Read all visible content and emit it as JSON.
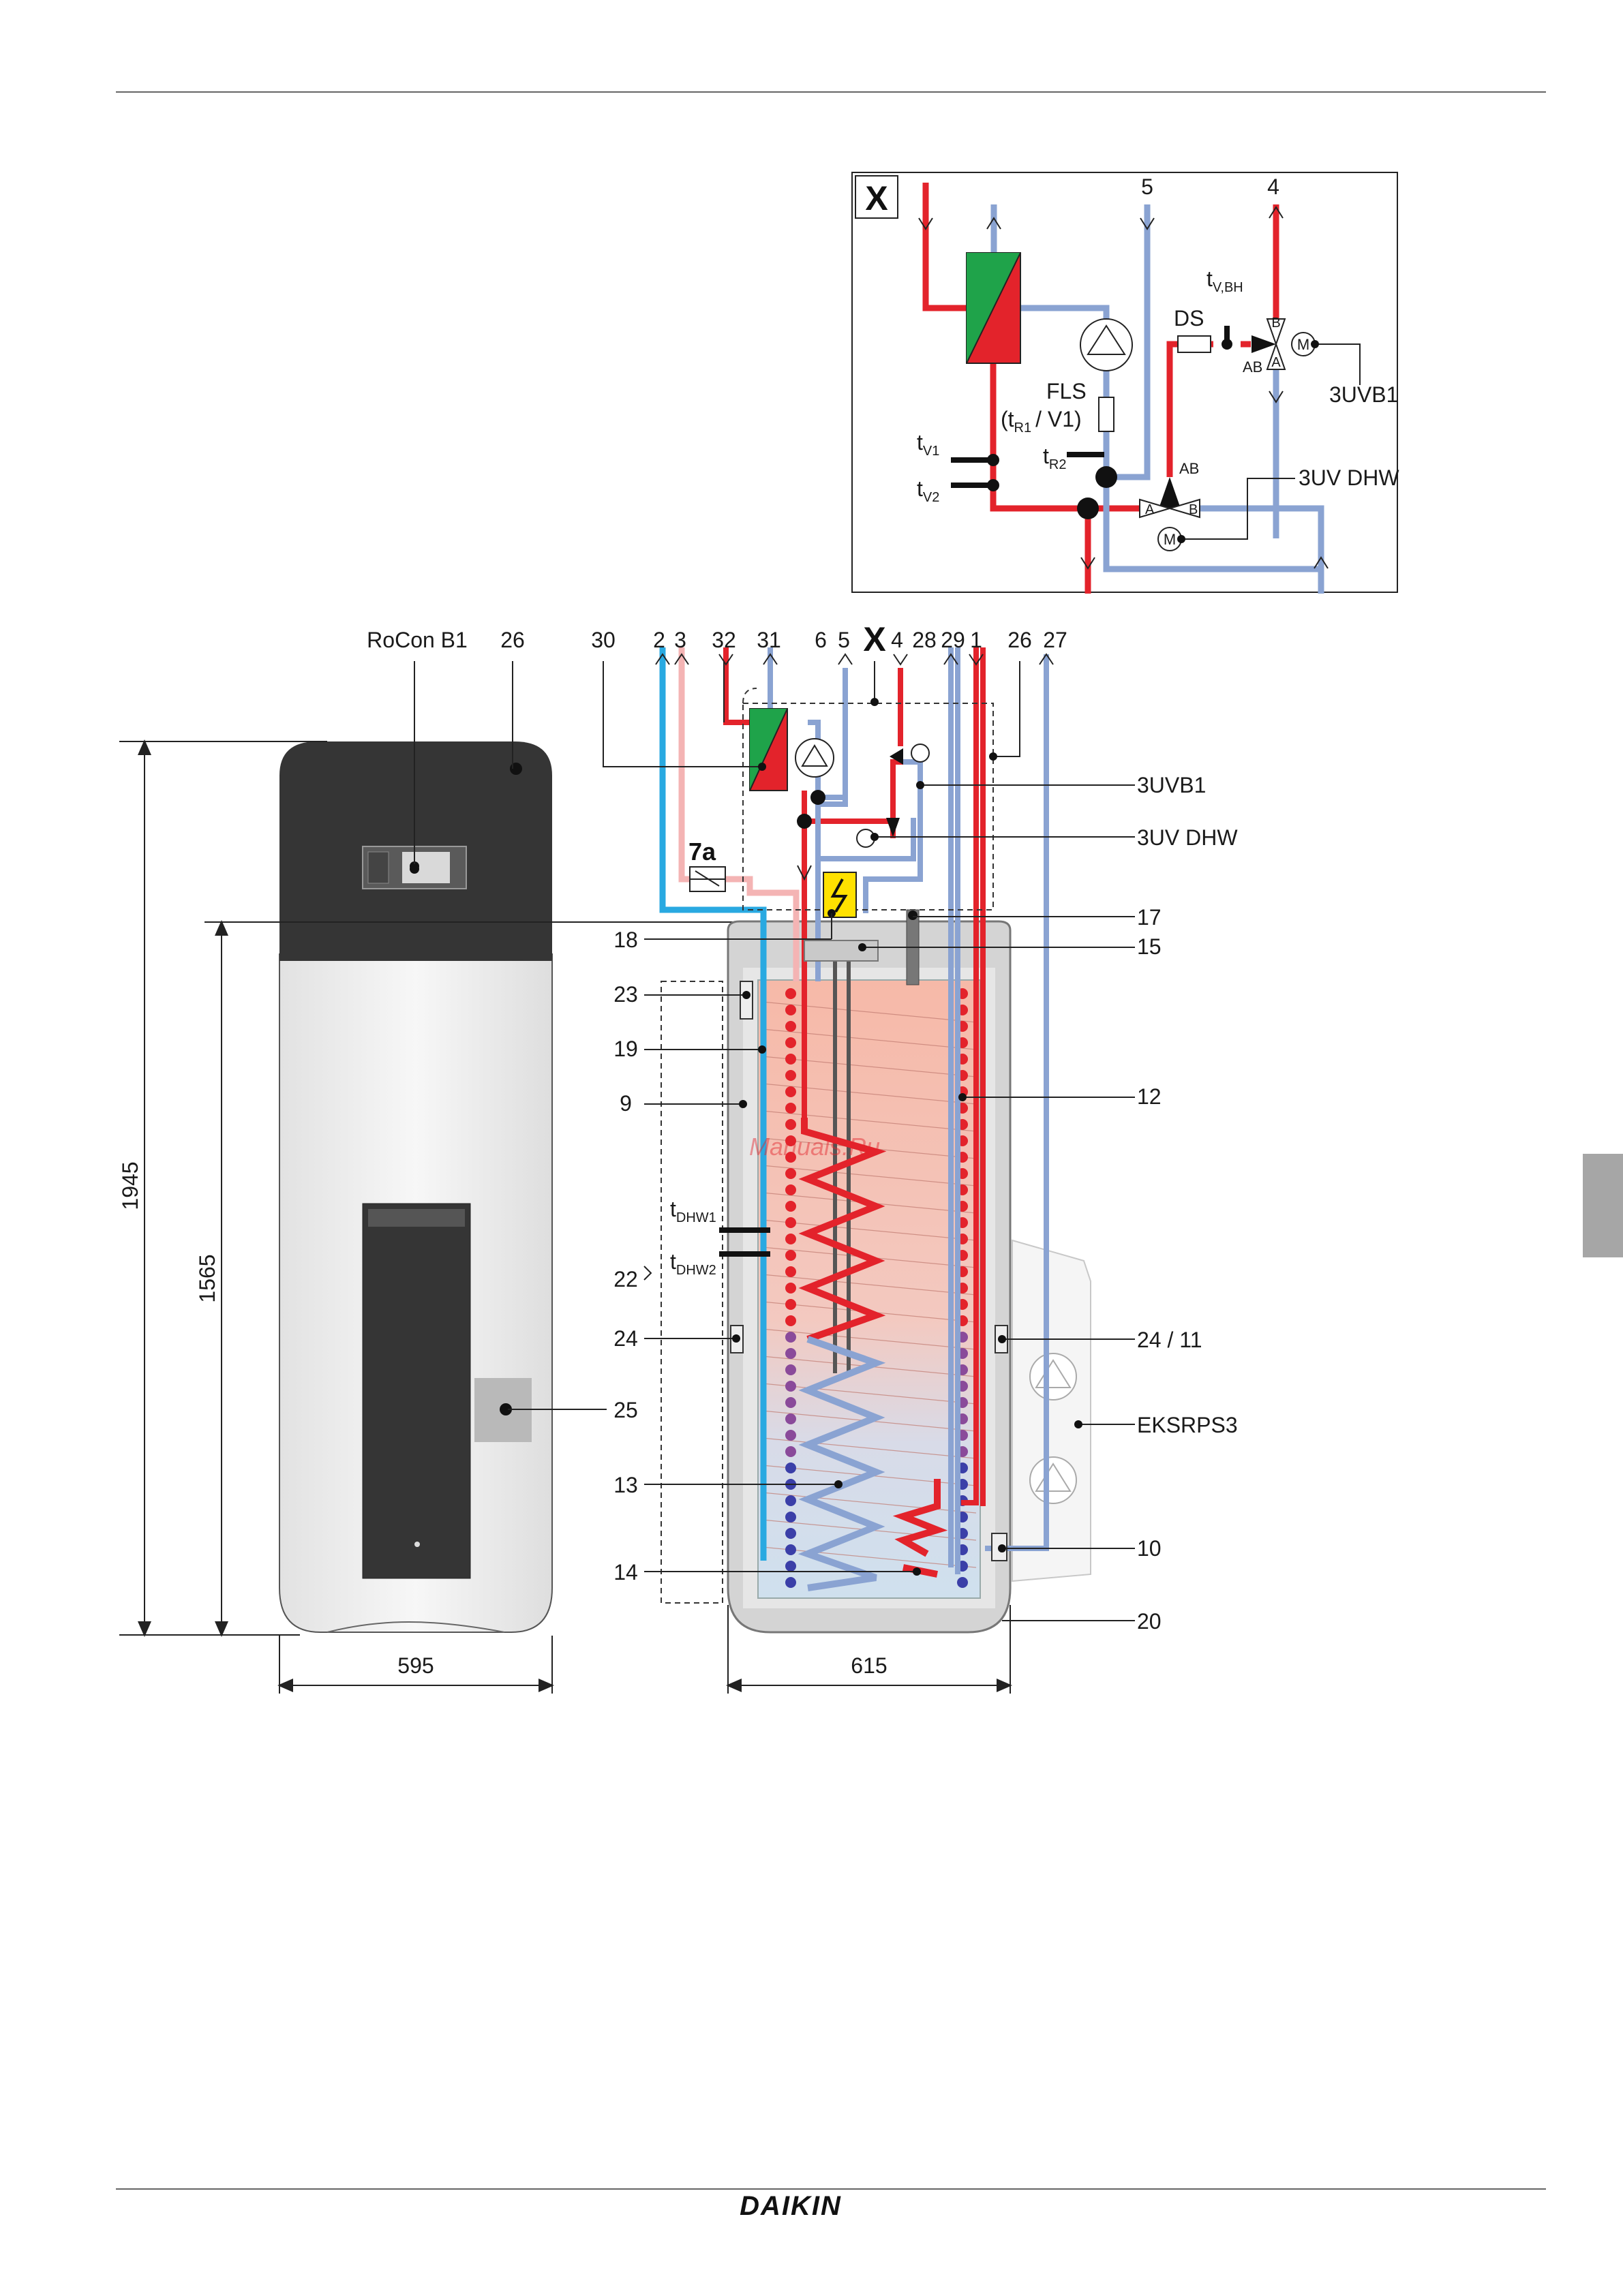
{
  "brand": {
    "logo_text": "DAIKIN"
  },
  "inset": {
    "box_label": "X",
    "labels": {
      "n5": "5",
      "n4": "4",
      "tvbh": "t",
      "tvbh_sub": "V,BH",
      "ds": "DS",
      "fls": "FLS",
      "tr1_open": "(t",
      "tr1_sub": "R1",
      "tr1_close": "/ V1)",
      "tr2": "t",
      "tr2_sub": "R2",
      "tv1": "t",
      "tv1_sub": "V1",
      "tv2": "t",
      "tv2_sub": "V2",
      "uvb1": "3UVB1",
      "uvdhw": "3UV DHW",
      "ab_top": "AB",
      "ab_mid": "AB",
      "valve_a": "A",
      "valve_b": "B",
      "motor": "M"
    }
  },
  "top_labels": [
    "RoCon B1",
    "26",
    "30",
    "2",
    "3",
    "32",
    "31",
    "6",
    "5",
    "X",
    "4",
    "28",
    "29",
    "1",
    "26",
    "27"
  ],
  "right_labels": {
    "uvb1": "3UVB1",
    "uvdhw": "3UV DHW",
    "n17": "17",
    "n15": "15",
    "n12": "12",
    "n2411": "24 / 11",
    "eksrps3": "EKSRPS3",
    "n10": "10",
    "n20": "20"
  },
  "left_labels": {
    "n18": "18",
    "n23": "23",
    "n19": "19",
    "n9": "9",
    "tdhw1": "t",
    "tdhw1_sub": "DHW1",
    "tdhw2": "t",
    "tdhw2_sub": "DHW2",
    "n22": "22",
    "n24": "24",
    "n25": "25",
    "n13": "13",
    "n14": "14",
    "n7a": "7a"
  },
  "dimensions": {
    "height_total": "1945",
    "height_body": "1565",
    "width_unit": "595",
    "width_tank": "615"
  },
  "colors": {
    "hot": "#e3232b",
    "return": "#8aa3d2",
    "cold": "#29a9e1",
    "warm": "#f4b4b4",
    "casing_dark": "#353535",
    "casing_light": "#ececec",
    "exchanger_green": "#1fa34a",
    "warning_yellow": "#ffe100"
  },
  "watermark": "Manuals.Ru"
}
